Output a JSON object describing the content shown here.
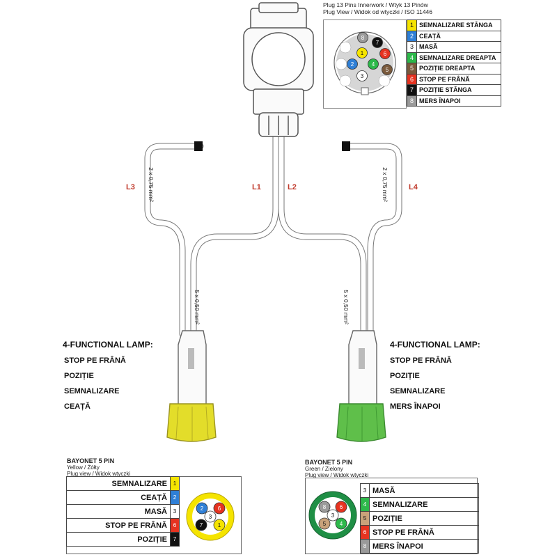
{
  "plug13": {
    "header": [
      "Plug 13 Pins Innerwork / Wtyk 13 Pinów",
      "Plug View / Widok od wtyczki   / ISO 11446"
    ],
    "rows": [
      {
        "num": "1",
        "label": "SEMNALIZARE STÂNGA",
        "color": "#f5e400"
      },
      {
        "num": "2",
        "label": "CEAȚĂ",
        "color": "#2f7fd6"
      },
      {
        "num": "3",
        "label": "MASĂ",
        "color": "#ffffff"
      },
      {
        "num": "4",
        "label": "SEMNALIZARE DREAPTA",
        "color": "#2db84a"
      },
      {
        "num": "5",
        "label": "POZIȚIE DREAPTA",
        "color": "#7a5a3c"
      },
      {
        "num": "6",
        "label": "STOP PE FRÂNĂ",
        "color": "#e63320"
      },
      {
        "num": "7",
        "label": "POZIȚIE STÂNGA",
        "color": "#111111"
      },
      {
        "num": "8",
        "label": "MERS ÎNAPOI",
        "color": "#9a9a9a"
      }
    ]
  },
  "leads": {
    "l1": "L1",
    "l2": "L2",
    "l3": "L3",
    "l4": "L4"
  },
  "cables": {
    "thin": "2 x 0,75 mm²",
    "thick": "5 x 0,50 mm²"
  },
  "left_lamp": {
    "title": "4-FUNCTIONAL LAMP:",
    "functions": [
      "STOP PE FRÂNĂ",
      "POZIȚIE",
      "SEMNALIZARE",
      "CEAȚĂ"
    ],
    "cap_color": "#e3dd2a"
  },
  "right_lamp": {
    "title": "4-FUNCTIONAL LAMP:",
    "functions": [
      "STOP PE FRÂNĂ",
      "POZIȚIE",
      "SEMNALIZARE",
      "MERS ÎNAPOI"
    ],
    "cap_color": "#5fbf4a"
  },
  "bayonet_yellow": {
    "title": "BAYONET 5 PIN",
    "subtitle": "Yellow / Żółty",
    "view": "Plug view / Widok wtyczki",
    "ring_color": "#f5e400",
    "rows": [
      {
        "num": "1",
        "label": "SEMNALIZARE",
        "color": "#f5e400"
      },
      {
        "num": "2",
        "label": "CEAȚĂ",
        "color": "#2f7fd6"
      },
      {
        "num": "3",
        "label": "MASĂ",
        "color": "#ffffff"
      },
      {
        "num": "6",
        "label": "STOP PE FRÂNĂ",
        "color": "#e63320"
      },
      {
        "num": "7",
        "label": "POZIȚIE",
        "color": "#111111"
      }
    ]
  },
  "bayonet_green": {
    "title": "BAYONET 5 PIN",
    "subtitle": "Green / Zielony",
    "view": "Plug view / Widok wtyczki",
    "ring_color": "#1f8f45",
    "rows": [
      {
        "num": "3",
        "label": "MASĂ",
        "color": "#ffffff"
      },
      {
        "num": "4",
        "label": "SEMNALIZARE",
        "color": "#2db84a"
      },
      {
        "num": "5",
        "label": "POZIȚIE",
        "color": "#c9a27a"
      },
      {
        "num": "6",
        "label": "STOP PE FRÂNĂ",
        "color": "#e63320"
      },
      {
        "num": "8",
        "label": "MERS ÎNAPOI",
        "color": "#9a9a9a"
      }
    ]
  }
}
